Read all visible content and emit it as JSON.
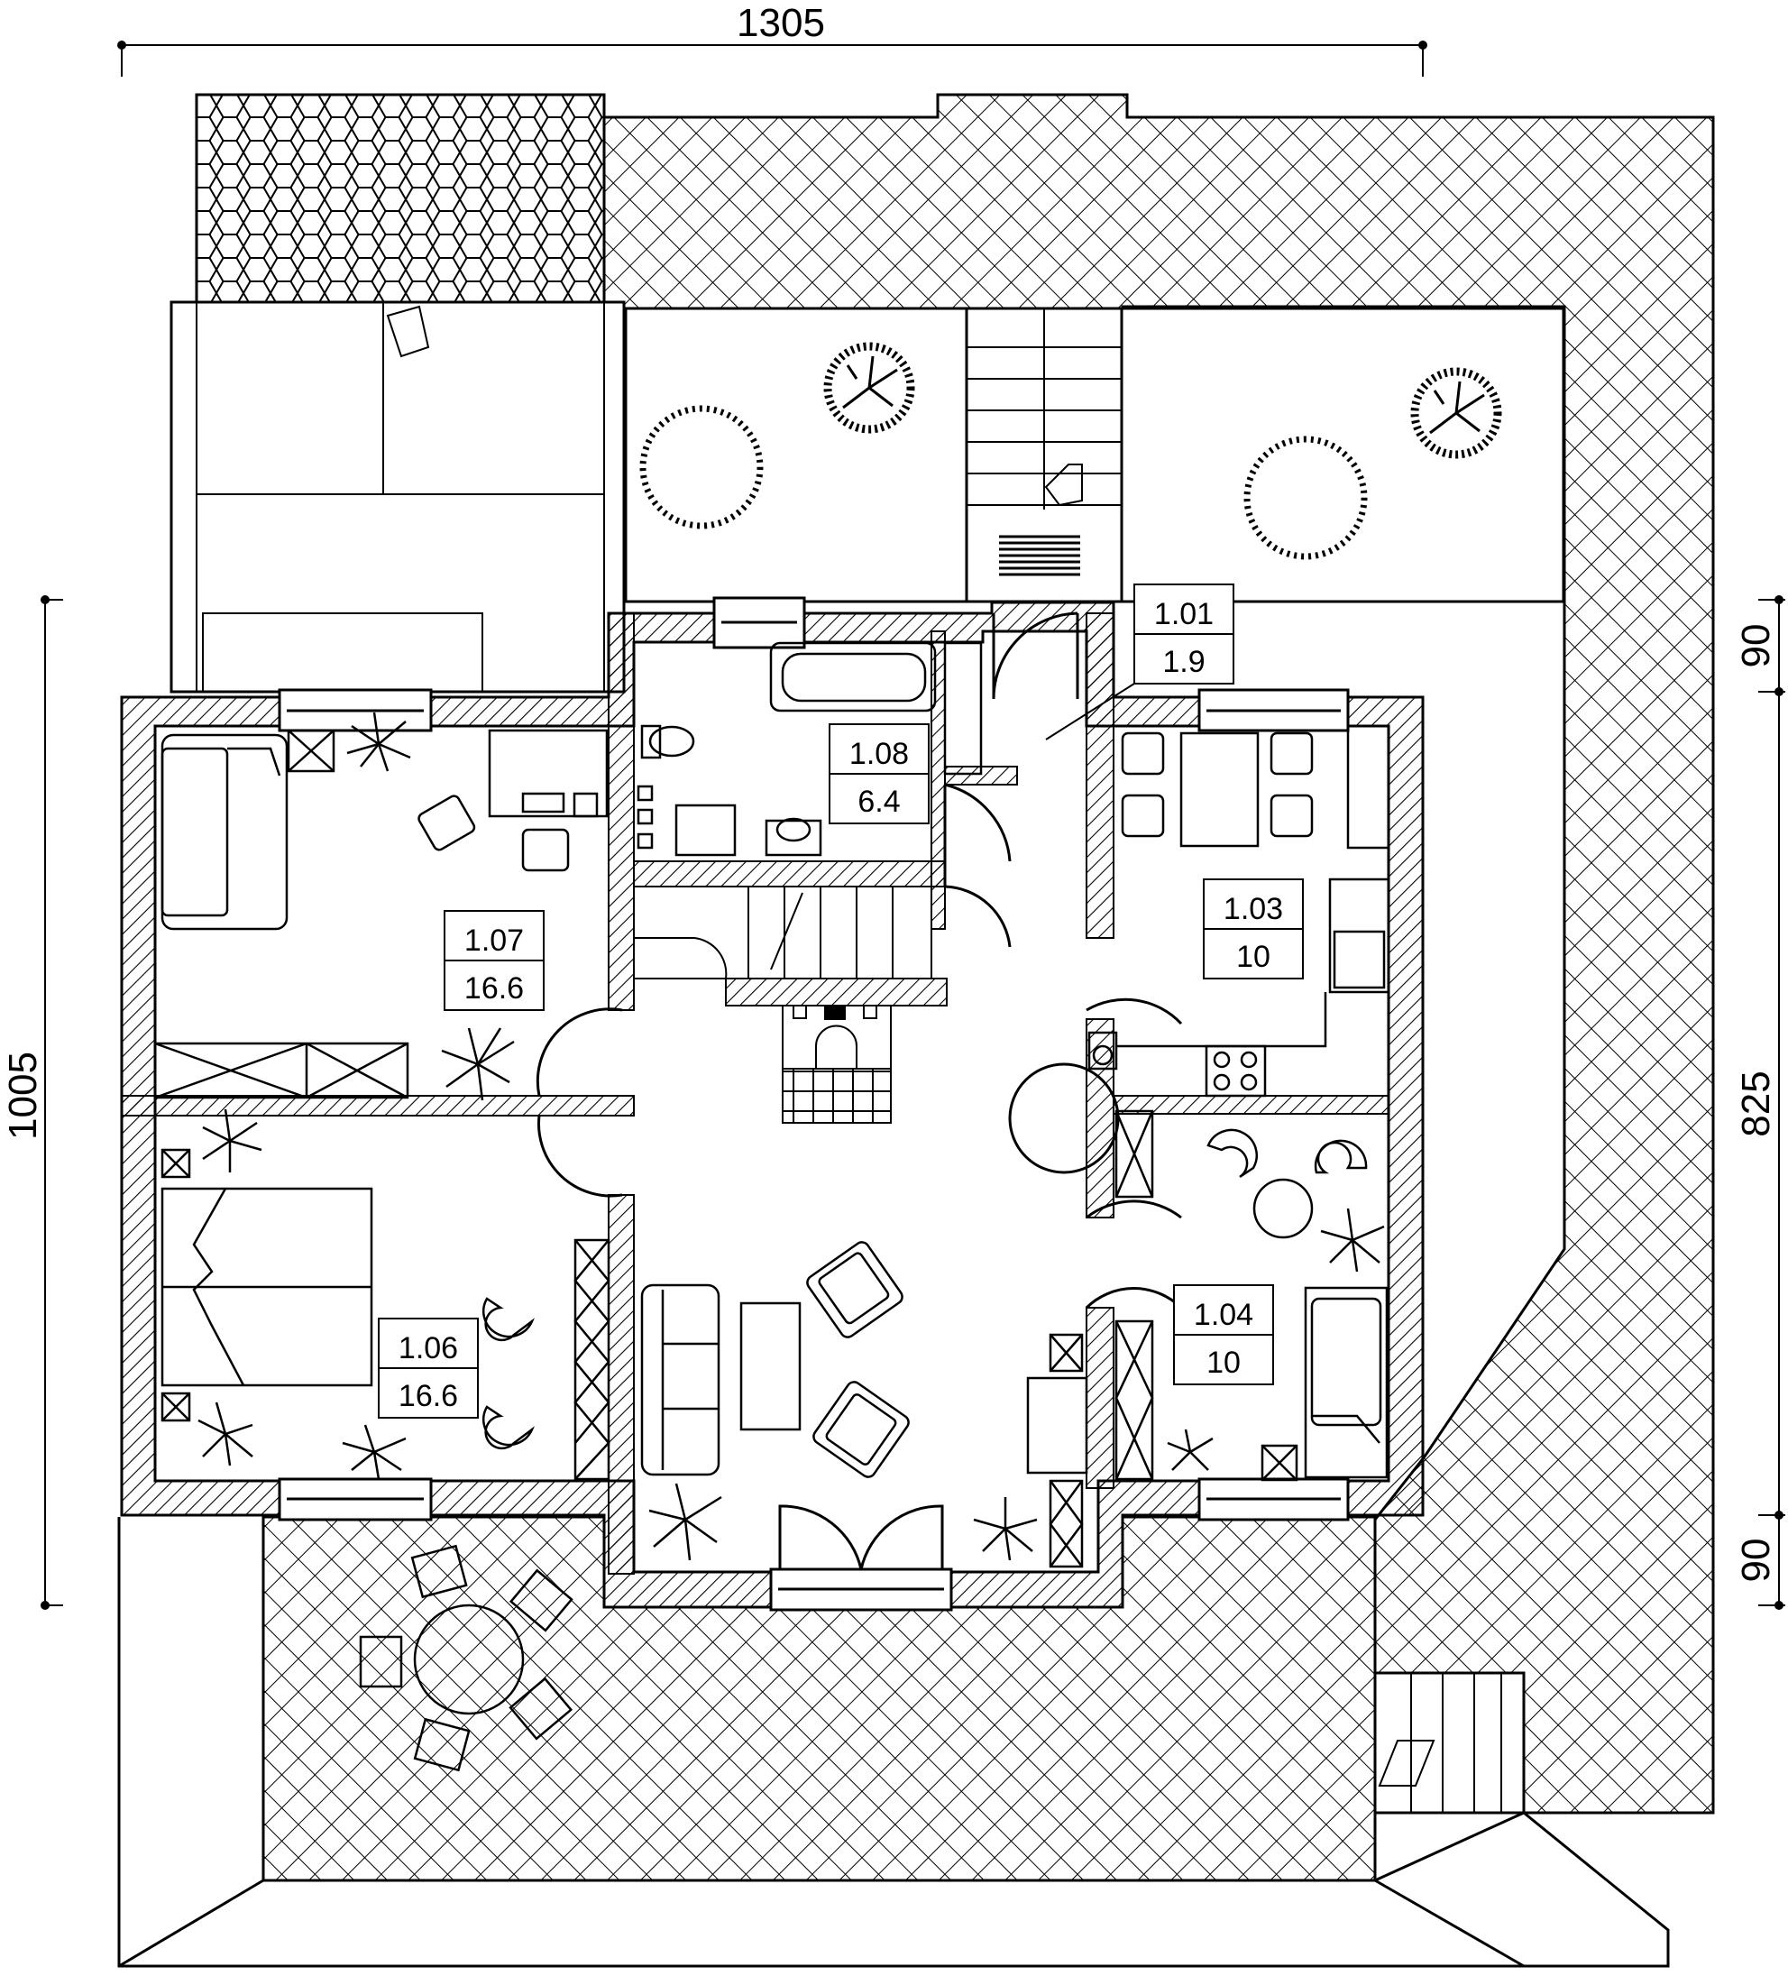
{
  "dimensions": {
    "overall_width": "1305",
    "overall_height": "1005",
    "right_top": "90",
    "right_middle": "825",
    "right_bottom": "90"
  },
  "rooms": [
    {
      "id": "1.01",
      "area": "1.9"
    },
    {
      "id": "1.03",
      "area": "10"
    },
    {
      "id": "1.04",
      "area": "10"
    },
    {
      "id": "1.06",
      "area": "16.6"
    },
    {
      "id": "1.07",
      "area": "16.6"
    },
    {
      "id": "1.08",
      "area": "6.4"
    }
  ],
  "colors": {
    "line": "#000000",
    "background": "#ffffff"
  }
}
